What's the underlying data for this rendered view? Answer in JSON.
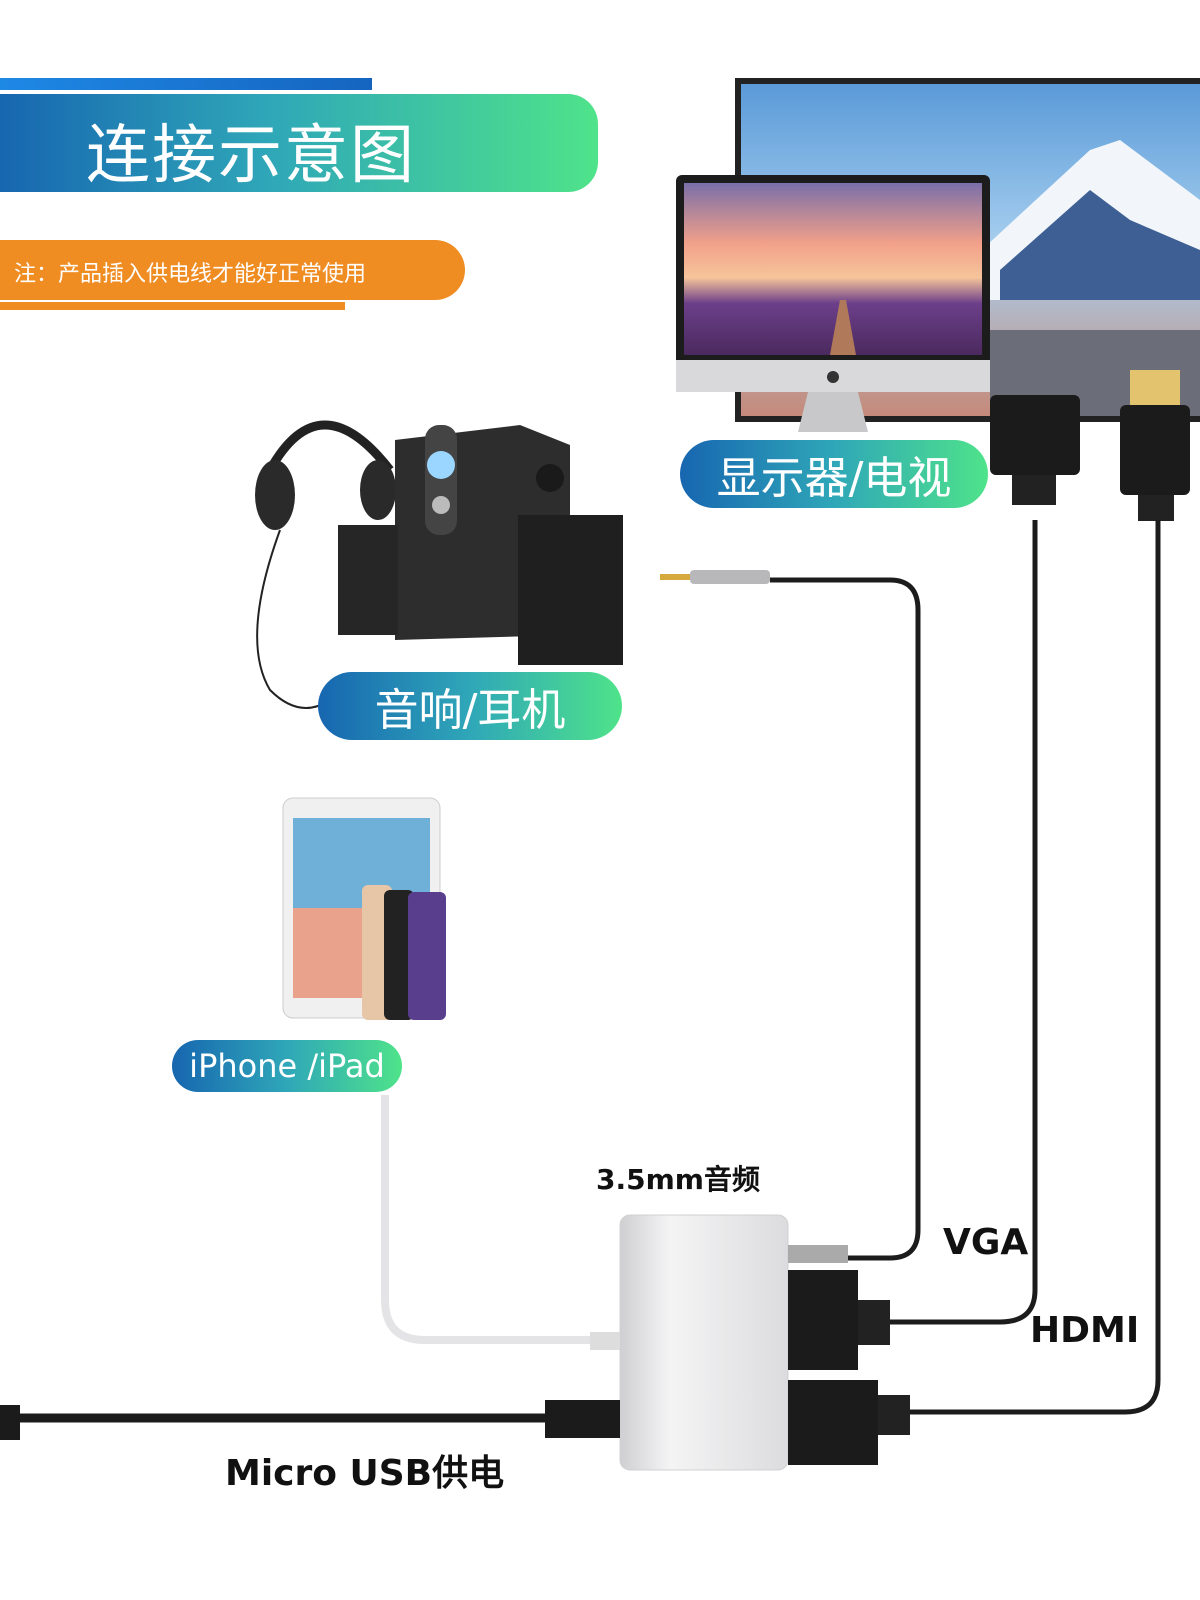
{
  "header": {
    "title": "连接示意图",
    "note": "注：产品插入供电线才能好正常使用"
  },
  "devices": {
    "display_label": "显示器/电视",
    "audio_label": "音响/耳机",
    "phone_label": "iPhone /iPad"
  },
  "ports": {
    "audio": "3.5mm音频",
    "vga": "VGA",
    "hdmi": "HDMI",
    "power": "Micro USB供电"
  },
  "colors": {
    "banner_start": "#1766b0",
    "banner_end": "#4fe38a",
    "note": "#ef8c22"
  }
}
